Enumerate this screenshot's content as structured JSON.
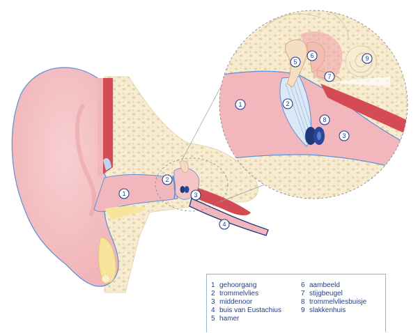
{
  "callouts": [
    {
      "num": "1"
    },
    {
      "num": "2"
    },
    {
      "num": "3"
    },
    {
      "num": "4"
    },
    {
      "num": "1"
    },
    {
      "num": "2"
    },
    {
      "num": "3"
    },
    {
      "num": "5"
    },
    {
      "num": "6"
    },
    {
      "num": "7"
    },
    {
      "num": "8"
    },
    {
      "num": "9"
    }
  ],
  "legend": {
    "col1": [
      {
        "num": "1",
        "label": "gehoorgang"
      },
      {
        "num": "2",
        "label": "trommelvlies"
      },
      {
        "num": "3",
        "label": "middenoor"
      },
      {
        "num": "4",
        "label": "buis van Eustachius"
      },
      {
        "num": "5",
        "label": "hamer"
      }
    ],
    "col2": [
      {
        "num": "6",
        "label": "aambeeld"
      },
      {
        "num": "7",
        "label": "stijgbeugel"
      },
      {
        "num": "8",
        "label": "trommelvliesbuisje"
      },
      {
        "num": "9",
        "label": "slakkenhuis"
      }
    ]
  },
  "colors": {
    "skin": "#f4c4c6",
    "skin_dark": "#e9a3aa",
    "canal": "#f2b7bc",
    "bone": "#f7ecd2",
    "bone_dots": "#e6d3a8",
    "muscle": "#d54b55",
    "outline": "#5b8fd6",
    "tube": "#1e3a7b",
    "label": "#1f3f8f"
  }
}
